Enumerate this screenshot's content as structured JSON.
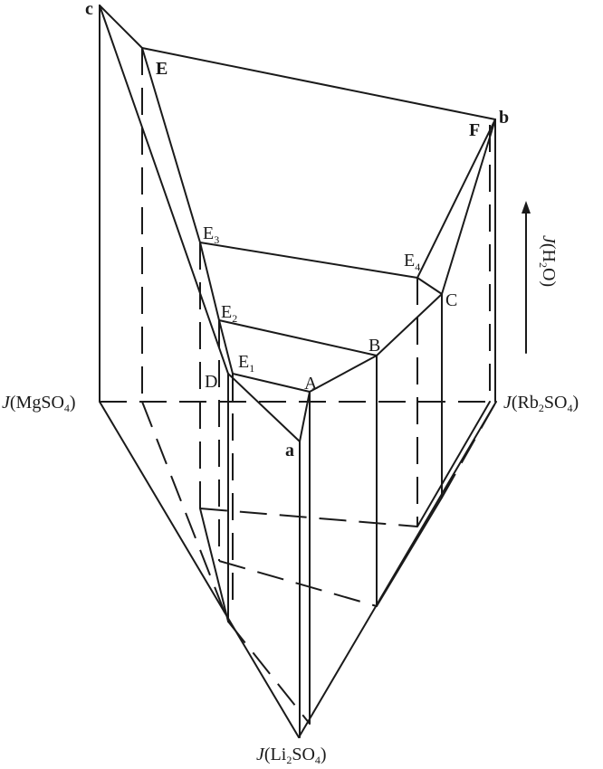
{
  "figure": {
    "type": "phase-diagram-3d-projection",
    "description": "Jänecke/water-content diagram of quaternary system Li2SO4–MgSO4–Rb2SO4–H2O",
    "axes": {
      "mgso4": {
        "prefix": "J",
        "text": "(MgSO",
        "sub": "4",
        "close": ")"
      },
      "rb2so4": {
        "prefix": "J",
        "text1": "(Rb",
        "sub1": "2",
        "text2": "SO",
        "sub2": "4",
        "close": ")"
      },
      "li2so4": {
        "prefix": "J",
        "text1": "(Li",
        "sub1": "2",
        "text2": "SO",
        "sub2": "4",
        "close": ")"
      },
      "h2o": {
        "prefix": "J",
        "text1": "(H",
        "sub1": "2",
        "text2": "O)",
        "arrow": "up"
      }
    },
    "points": {
      "c": "c",
      "E": "E",
      "b": "b",
      "F": "F",
      "E3": {
        "main": "E",
        "sub": "3"
      },
      "E4": {
        "main": "E",
        "sub": "4"
      },
      "E2": {
        "main": "E",
        "sub": "2"
      },
      "E1": {
        "main": "E",
        "sub": "1"
      },
      "C": "C",
      "B": "B",
      "A": "A",
      "D": "D",
      "a": "a"
    }
  }
}
